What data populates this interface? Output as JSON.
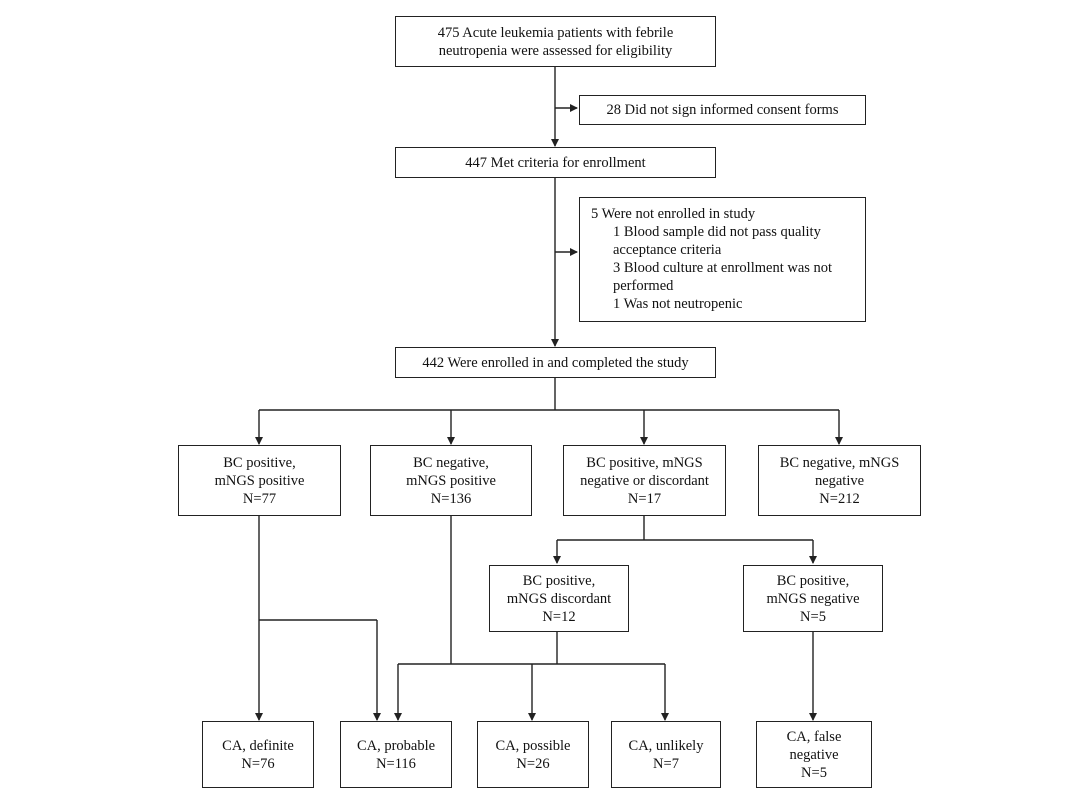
{
  "boxes": {
    "assessed": {
      "lines": [
        "475 Acute leukemia patients with febrile",
        "neutropenia were assessed for eligibility"
      ]
    },
    "no_consent": {
      "lines": [
        "28 Did not sign informed consent forms"
      ]
    },
    "met_criteria": {
      "lines": [
        "447 Met criteria for enrollment"
      ]
    },
    "not_enrolled": {
      "lines": [
        "5 Were not enrolled in study",
        "1  Blood sample did not pass quality",
        "acceptance criteria",
        "3  Blood culture at enrollment was not",
        "performed",
        "1  Was not neutropenic"
      ]
    },
    "enrolled": {
      "lines": [
        "442 Were enrolled in and completed the study"
      ]
    },
    "bc_pos_mngs_pos": {
      "lines": [
        "BC positive,",
        "mNGS positive",
        "N=77"
      ]
    },
    "bc_neg_mngs_pos": {
      "lines": [
        "BC negative,",
        "mNGS positive",
        "N=136"
      ]
    },
    "bc_pos_mngs_neg_disc": {
      "lines": [
        "BC positive, mNGS",
        "negative or discordant",
        "N=17"
      ]
    },
    "bc_neg_mngs_neg": {
      "lines": [
        "BC negative, mNGS",
        "negative",
        "N=212"
      ]
    },
    "bc_pos_mngs_disc": {
      "lines": [
        "BC positive,",
        "mNGS discordant",
        "N=12"
      ]
    },
    "bc_pos_mngs_neg": {
      "lines": [
        "BC positive,",
        "mNGS negative",
        "N=5"
      ]
    },
    "ca_definite": {
      "lines": [
        "CA, definite",
        "N=76"
      ]
    },
    "ca_probable": {
      "lines": [
        "CA, probable",
        "N=116"
      ]
    },
    "ca_possible": {
      "lines": [
        "CA, possible",
        "N=26"
      ]
    },
    "ca_unlikely": {
      "lines": [
        "CA, unlikely",
        "N=7"
      ]
    },
    "ca_false_neg": {
      "lines": [
        "CA, false",
        "negative",
        "N=5"
      ]
    }
  }
}
